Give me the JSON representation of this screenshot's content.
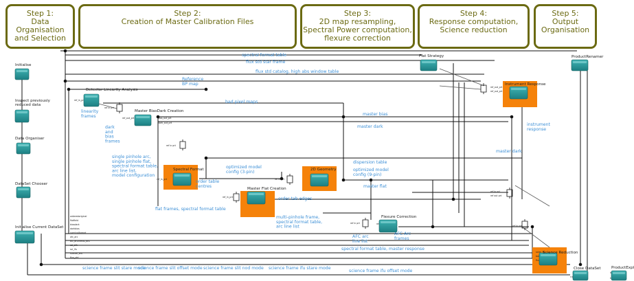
{
  "steps": [
    {
      "text": "Step 1:\nData Organisation\nand Selection"
    },
    {
      "text": "Step 2:\nCreation of Master  Calibration Files"
    },
    {
      "text": "Step 3:\n2D map resampling,\nSpectral Power computation,\nflexure correction"
    },
    {
      "text": "Step 4:\nResponse computation,\nScience reduction"
    },
    {
      "text": "Step 5:\nOutput\nOrganisation"
    }
  ],
  "nodes": {
    "initialise": "Initialise",
    "inspect": "Inspect previously\nreduced data",
    "data_organiser": "Data Organiser",
    "dataset_chooser": "DataSet Chooser",
    "initialise_current_dataset": "Initialise Current DataSet",
    "detector_linearity": "Detector Linearity Analysis",
    "master_bias_dark": "Master BiasDark Creation",
    "spectral_format": "Spectral Format",
    "master_flat": "Master Flat Creation",
    "geometry_2d": "2D Geometry",
    "flexure_correction": "Flexure Correction",
    "flat_strategy": "Flat Strategy",
    "instrument_response": "Instrument Response",
    "science_reduction": "Science Reduction",
    "product_renamer": "ProductRenamer",
    "close_dataset": "Close DataSet",
    "product_explorer": "ProductExpl"
  },
  "labels": {
    "spectral_format_table": "spectral format table",
    "flux_std_star_frame": "flux std star frame",
    "flux_std_catalog": "flux std catalog, high abs window table",
    "reference_bp_map": "Reference\nBP map",
    "bad_pixel_maps": "bad pixel maps",
    "master_bias": "master bias",
    "master_dark_top": "master dark",
    "linearity_frames": "linearity\nframes",
    "dark_bias_frames": "dark\nand\nbias\nframes",
    "instrument_response": "instrument\nresponse",
    "master_dark_right": "master dark",
    "single_pinhole": "single pinhole arc,\nsingle pinhole flat,\nspectral format table,\narc line list,\nmodel configuration",
    "order_table_centres": "order table\ncentres",
    "optimized_model_3pin": "optimized model\nconfig (3-pin)",
    "dispersion_table": "dispersion table",
    "optimized_model_9pin": "optimized model\nconfig (9-pin)",
    "master_flat": "master flat",
    "order_tab_edges": "order tab edges",
    "flat_frames": "flat frames, spectral format table",
    "multi_pinhole": "multi-pinhole frame,\nspectral format table,\narc line list",
    "afc_arc_line_list": "AFC arc\nline list",
    "afc_arc_frames": "AFC Arc\nframes",
    "spectral_format_master_response": "spectral format table, master response",
    "science_frame_stare": "science frame slit stare mode",
    "science_frame_offset": "science frame slit offset mode",
    "science_frame_nod": "science frame slit nod mode",
    "science_frame_ifu_stare": "science frame ifu stare mode",
    "science_frame_ifu_offset": "science frame ifu offset mode"
  },
  "colors": {
    "step_border": "#6b6a12",
    "actor": "#2a9a9a",
    "highlight": "#f5820a",
    "label": "#3c8fd6",
    "wire": "#111111"
  }
}
